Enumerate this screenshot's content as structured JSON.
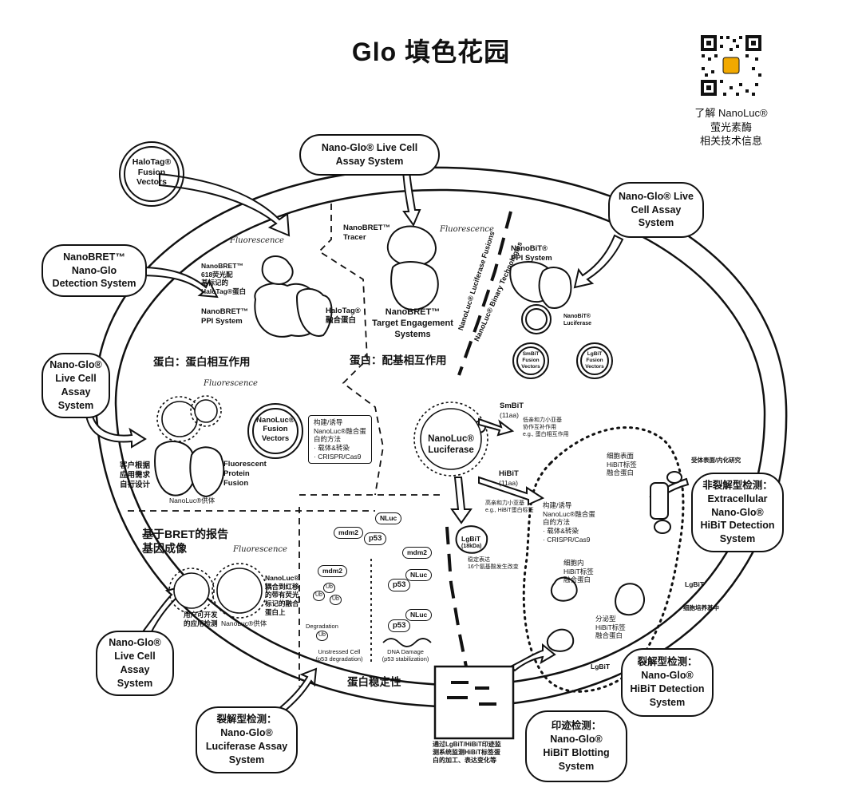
{
  "title": "Glo 填色花园",
  "qr_caption": [
    "了解 NanoLuc®",
    "萤光素酶",
    "相关技术信息"
  ],
  "boxes": {
    "live_cell_top": [
      "Nano-Glo® Live Cell",
      "Assay System"
    ],
    "live_cell_right": [
      "Nano-Glo® Live",
      "Cell Assay",
      "System"
    ],
    "nanobret_detection": [
      "NanoBRET™",
      "Nano-Glo",
      "Detection System"
    ],
    "live_cell_left": [
      "Nano-Glo®",
      "Live Cell",
      "Assay",
      "System"
    ],
    "live_cell_bottom": [
      "Nano-Glo®",
      "Live Cell",
      "Assay",
      "System"
    ],
    "extracellular": [
      "非裂解型检测：",
      "Extracellular",
      "Nano-Glo®",
      "HiBiT Detection",
      "System"
    ],
    "lytic_hibit": [
      "裂解型检测：",
      "Nano-Glo®",
      "HiBiT Detection",
      "System"
    ],
    "lytic_luciferase": [
      "裂解型检测：",
      "Nano-Glo®",
      "Luciferase Assay",
      "System"
    ],
    "blotting": [
      "印迹检测：",
      "Nano-Glo®",
      "HiBiT Blotting",
      "System"
    ]
  },
  "plasmids": {
    "halotag": [
      "HaloTag®",
      "Fusion",
      "Vectors"
    ],
    "nanoluc": [
      "NanoLuc®",
      "Fusion",
      "Vectors"
    ],
    "smbit": [
      "SmBiT",
      "Fusion",
      "Vectors"
    ],
    "lgbit": [
      "LgBiT",
      "Fusion",
      "Vectors"
    ]
  },
  "sections": {
    "ppi": "蛋白：蛋白相互作用",
    "ligand": "蛋白：配基相互作用",
    "bret_imaging": [
      "基于BRET的报告",
      "基因成像"
    ],
    "stability": "蛋白稳定性"
  },
  "labels": {
    "fluorescence": "Fluorescence",
    "nanobret_618": [
      "NanoBRET™",
      "618荧光配",
      "基标记的",
      "HaloTag®蛋白"
    ],
    "nanobret_ppi": [
      "NanoBRET™",
      "PPI System"
    ],
    "halotag_fusion": [
      "HaloTag®",
      "融合蛋白"
    ],
    "nanobret_tracer": [
      "NanoBRET™",
      "Tracer"
    ],
    "nanobret_te": [
      "NanoBRET™",
      "Target Engagement",
      "Systems"
    ],
    "nanobit_ppi": [
      "NanoBiT®",
      "PPI System"
    ],
    "nanobit_luciferase": [
      "NanoBiT®",
      "Luciferase"
    ],
    "nanoluc_fusions": "NanoLuc® Luciferase Fusions",
    "binary_tech": "NanoLuc® Binary Technologies",
    "customer_design": [
      "客户根据",
      "应用需求",
      "自行设计"
    ],
    "fluorescent_fusion": [
      "Fluorescent",
      "Protein",
      "Fusion"
    ],
    "nanoluc_donor": "NanoLuc®供体",
    "construct_method": [
      "构建/诱导",
      "NanoLuc®融合蛋",
      "白的方法",
      "· 载体&转染",
      "· CRISPR/Cas9"
    ],
    "nanoluc_luciferase": [
      "NanoLuc®",
      "Luciferase"
    ],
    "smbit": [
      "SmBiT",
      "(11aa)"
    ],
    "smbit_desc": [
      "低亲和力小亚基",
      "协作互补作用",
      "e.g., 蛋白相互作用"
    ],
    "hibit": [
      "HiBiT",
      "(11aa)"
    ],
    "hibit_desc": [
      "高亲和力小亚基",
      "e.g., HiBiT蛋白标签"
    ],
    "lgbit_18": [
      "LgBiT",
      "(18kDa)"
    ],
    "lgbit_desc": [
      "稳定表达",
      "16个氨基酸发生改变"
    ],
    "construct_method_2": [
      "构建/诱导",
      "NanoLuc®融合蛋",
      "白的方法",
      "· 载体&转染",
      "· CRISPR/Cas9"
    ],
    "surface_hibit": [
      "细胞表面",
      "HiBiT标签",
      "融合蛋白"
    ],
    "receptor_study": "受体表面/内化研究",
    "intracellular_hibit": [
      "细胞内",
      "HiBiT标签",
      "融合蛋白"
    ],
    "secreted_hibit": [
      "分泌型",
      "HiBiT标签",
      "融合蛋白"
    ],
    "lgbit": "LgBiT",
    "lgbit_medium": "细胞培养基中",
    "user_detection": [
      "用户可开发",
      "的应用检测"
    ],
    "nanoluc_coupled": [
      "NanoLuc®",
      "耦合到红移",
      "的带有荧光",
      "标记的融合",
      "蛋白上"
    ],
    "mdm2": "mdm2",
    "nluc": "NLuc",
    "p53": "p53",
    "ub": "Ub",
    "degradation": "Degradation",
    "unstressed": [
      "Unstressed Cell",
      "(p53 degradation)"
    ],
    "dna_damage": [
      "DNA Damage",
      "(p53 stabilization)"
    ],
    "blot_desc": [
      "通过LgBiT/HiBiT印迹监",
      "测系统监测HiBiT标签蛋",
      "白的加工、表达变化等"
    ]
  }
}
